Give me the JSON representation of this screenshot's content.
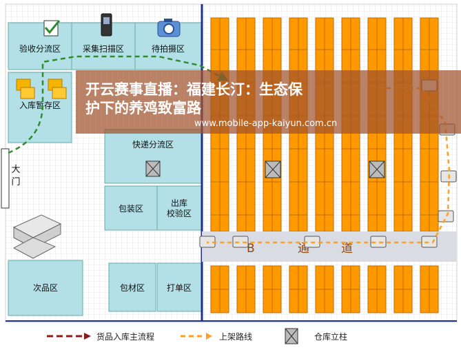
{
  "zones": {
    "inspect": "验收分流区",
    "collect": "采集扫描区",
    "photo": "待拍摄区",
    "inbound_temp": "入库暂存区",
    "express": "快递分流区",
    "packing": "包装区",
    "outbound_check": "出库校验区",
    "defect": "次品区",
    "material": "包材区",
    "print": "打单区"
  },
  "gate": "大门",
  "aisle": {
    "b": "B",
    "tong": "通",
    "dao": "道"
  },
  "legend": {
    "main_flow": "货品入库主流程",
    "shelf_route": "上架路线",
    "pillar": "仓库立柱"
  },
  "overlay": {
    "line1": "开云赛事直播：福建长汀：生态保",
    "line2": "护下的养鸡致富路",
    "url": "www.mobile-app-kaiyun.com.cn"
  },
  "colors": {
    "zone_fill": "#b2e0e6",
    "shelf_orange": "#ff9900",
    "flow_green": "#2e8b2e",
    "route_orange": "#ffa020",
    "legend_main": "#8b1a1a",
    "banner": "#a0522d",
    "wall_blue": "#1f2f8f"
  }
}
